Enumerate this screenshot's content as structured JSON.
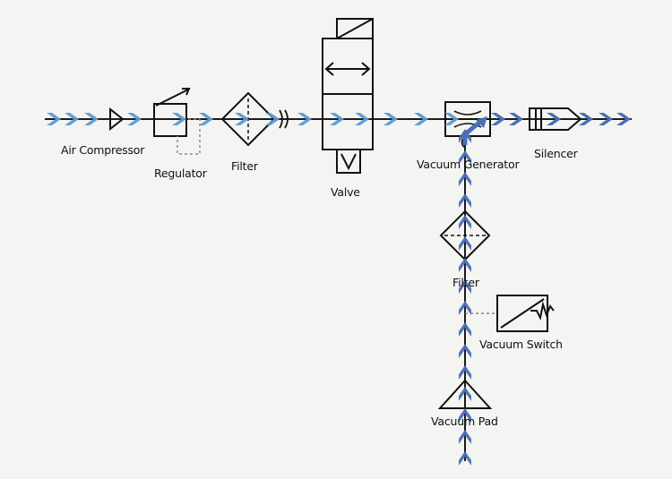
{
  "labels": {
    "air_compressor": "Air Compressor",
    "regulator": "Regulator",
    "filter_main": "Filter",
    "valve": "Valve",
    "vacuum_generator": "Vacuum Generator",
    "silencer": "Silencer",
    "filter_vacuum": "Filter",
    "vacuum_switch": "Vacuum Switch",
    "vacuum_pad": "Vacuum Pad"
  },
  "colors": {
    "background": "#f4f4f2",
    "line": "#111111",
    "flow_arrow": "#5b9bd5",
    "flow_arrow_dark": "#4a6fb5",
    "pilot_line": "#8a8a8a"
  }
}
